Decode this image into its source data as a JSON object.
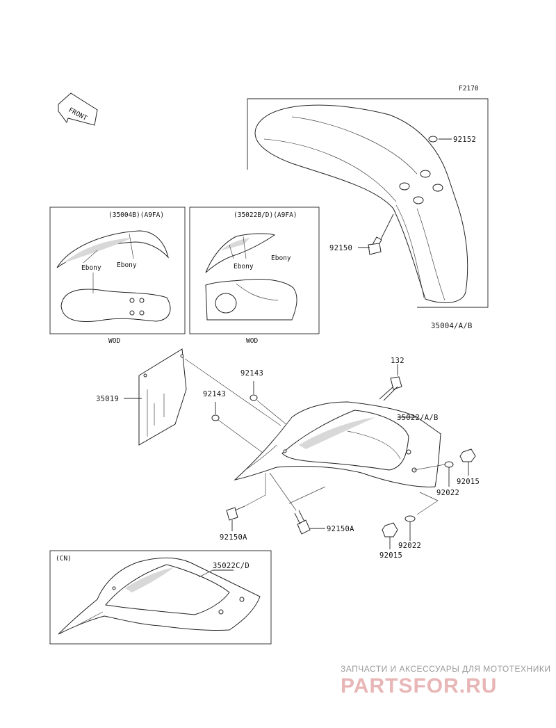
{
  "figure_code": "F2170",
  "front_label": "FRONT",
  "callouts": {
    "p92152": "92152",
    "p92150_top": "92150",
    "p35004": "35004/A/B",
    "p132": "132",
    "p92143_a": "92143",
    "p92143_b": "92143",
    "p35019": "35019",
    "p35022": "35022/A/B",
    "p92015_right": "92015",
    "p92022_right": "92022",
    "p92150A_left": "92150A",
    "p92150A_mid": "92150A",
    "p92022_bottom": "92022",
    "p92015_bottom": "92015",
    "p35022CD": "35022C/D"
  },
  "inset_left": {
    "header": "(35004B)(A9FA)",
    "label_a": "Ebony",
    "label_b": "Ebony",
    "footer": "WOD"
  },
  "inset_right": {
    "header": "(35022B/D)(A9FA)",
    "label_a": "Ebony",
    "label_b": "Ebony",
    "footer": "WOD"
  },
  "inset_cn": {
    "header": "(CN)"
  },
  "watermark": {
    "tagline": "ЗАПЧАСТИ И АКСЕССУАРЫ ДЛЯ МОТОТЕХНИКИ",
    "brand": "PARTSFOR.RU"
  }
}
